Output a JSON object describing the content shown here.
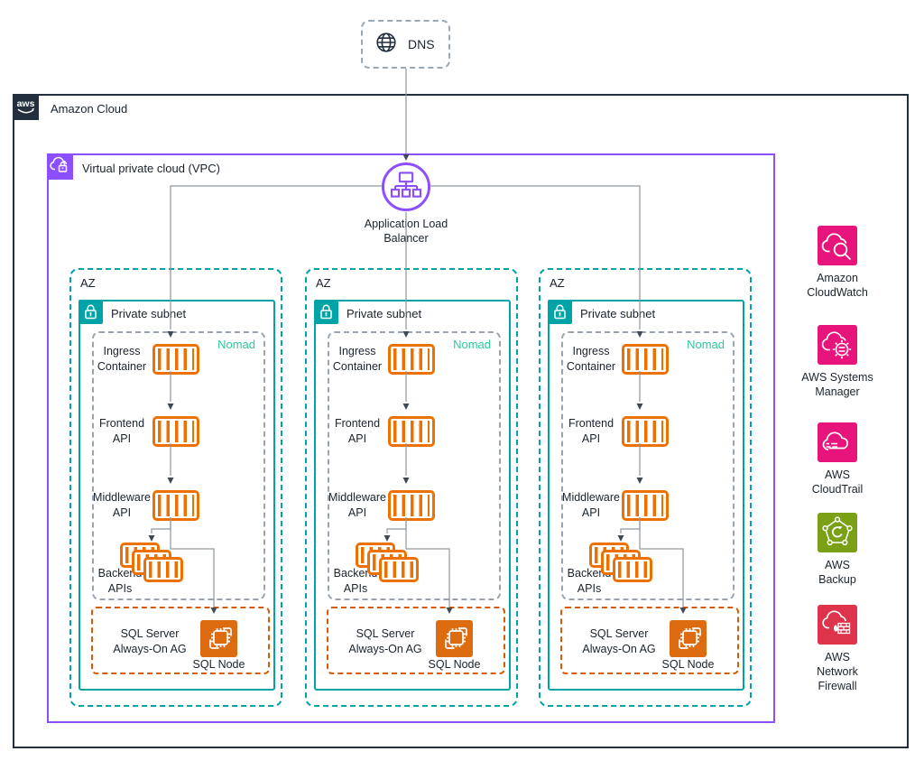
{
  "dns": {
    "label": "DNS",
    "icon": "globe-icon"
  },
  "amazon_cloud": {
    "label": "Amazon Cloud",
    "logo_text": "aws",
    "icon": "aws-logo-icon"
  },
  "vpc": {
    "label": "Virtual private cloud (VPC)",
    "icon": "vpc-cloud-lock-icon"
  },
  "load_balancer": {
    "line1": "Application Load",
    "line2": "Balancer",
    "icon": "load-balancer-icon"
  },
  "availability_zones": [
    {
      "label": "AZ",
      "private_subnet": {
        "label": "Private subnet",
        "icon": "lock-icon"
      },
      "nomad": {
        "label": "Nomad"
      },
      "nodes": {
        "ingress": {
          "line1": "Ingress",
          "line2": "Container",
          "icon": "container-icon"
        },
        "frontend": {
          "line1": "Frontend",
          "line2": "API",
          "icon": "container-icon"
        },
        "middleware": {
          "line1": "Middleware",
          "line2": "API",
          "icon": "container-icon"
        },
        "backend": {
          "line1": "Backend",
          "line2": "APIs",
          "icon": "container-stack-icon"
        }
      },
      "sql_group": {
        "line1": "SQL Server",
        "line2": "Always-On AG"
      },
      "sql_node": {
        "label": "SQL Node",
        "icon": "sql-chip-icon"
      }
    },
    {
      "label": "AZ",
      "private_subnet": {
        "label": "Private subnet",
        "icon": "lock-icon"
      },
      "nomad": {
        "label": "Nomad"
      },
      "nodes": {
        "ingress": {
          "line1": "Ingress",
          "line2": "Container",
          "icon": "container-icon"
        },
        "frontend": {
          "line1": "Frontend",
          "line2": "API",
          "icon": "container-icon"
        },
        "middleware": {
          "line1": "Middleware",
          "line2": "API",
          "icon": "container-icon"
        },
        "backend": {
          "line1": "Backend",
          "line2": "APIs",
          "icon": "container-stack-icon"
        }
      },
      "sql_group": {
        "line1": "SQL Server",
        "line2": "Always-On AG"
      },
      "sql_node": {
        "label": "SQL Node",
        "icon": "sql-chip-icon"
      }
    },
    {
      "label": "AZ",
      "private_subnet": {
        "label": "Private subnet",
        "icon": "lock-icon"
      },
      "nomad": {
        "label": "Nomad"
      },
      "nodes": {
        "ingress": {
          "line1": "Ingress",
          "line2": "Container",
          "icon": "container-icon"
        },
        "frontend": {
          "line1": "Frontend",
          "line2": "API",
          "icon": "container-icon"
        },
        "middleware": {
          "line1": "Middleware",
          "line2": "API",
          "icon": "container-icon"
        },
        "backend": {
          "line1": "Backend",
          "line2": "APIs",
          "icon": "container-stack-icon"
        }
      },
      "sql_group": {
        "line1": "SQL Server",
        "line2": "Always-On AG"
      },
      "sql_node": {
        "label": "SQL Node",
        "icon": "sql-chip-icon"
      }
    }
  ],
  "sidebar": {
    "items": [
      {
        "line1": "Amazon",
        "line2": "CloudWatch",
        "icon": "cloudwatch-icon",
        "color": "#E7157B"
      },
      {
        "line1": "AWS Systems",
        "line2": "Manager",
        "icon": "systems-manager-icon",
        "color": "#E7157B"
      },
      {
        "line1": "AWS",
        "line2": "CloudTrail",
        "icon": "cloudtrail-icon",
        "color": "#E7157B"
      },
      {
        "line1": "AWS",
        "line2": "Backup",
        "icon": "backup-icon",
        "color": "#7AA116"
      },
      {
        "line1": "AWS",
        "line2": "Network",
        "line3": "Firewall",
        "icon": "network-firewall-icon",
        "color": "#DD344C"
      }
    ]
  },
  "colors": {
    "aws_navy": "#232F3E",
    "vpc_purple": "#8C4FFF",
    "subnet_teal": "#00A4A6",
    "container_orange": "#ED7100",
    "sql_node_orange": "#DD6B10",
    "sql_group_orange": "#D45B07",
    "nomad_green": "#2EC99E",
    "monitoring_pink": "#E7157B",
    "backup_green": "#7AA116",
    "firewall_red": "#DD344C",
    "connector_gray": "#8E969E"
  }
}
